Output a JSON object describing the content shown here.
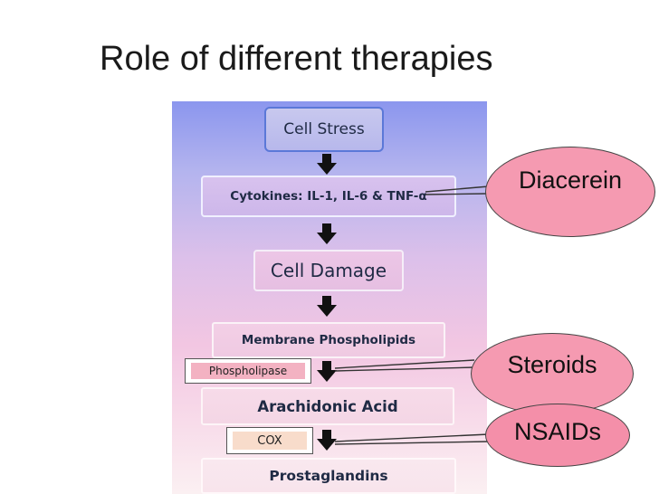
{
  "slide": {
    "title": "Role of different therapies"
  },
  "flow": {
    "steps": [
      "Cell Stress",
      "Cytokines: IL-1, IL-6 & TNF-α",
      "Cell Damage",
      "Membrane Phospholipids",
      "Arachidonic Acid",
      "Prostaglandins"
    ],
    "enzymes": [
      "Phospholipase",
      "COX"
    ]
  },
  "therapies": [
    "Diacerein",
    "Steroids",
    "NSAIDs"
  ],
  "colors": {
    "therapy_fill": "#f59ab1",
    "arrow": "#111111",
    "cell_stress_border": "#5b78d8"
  }
}
